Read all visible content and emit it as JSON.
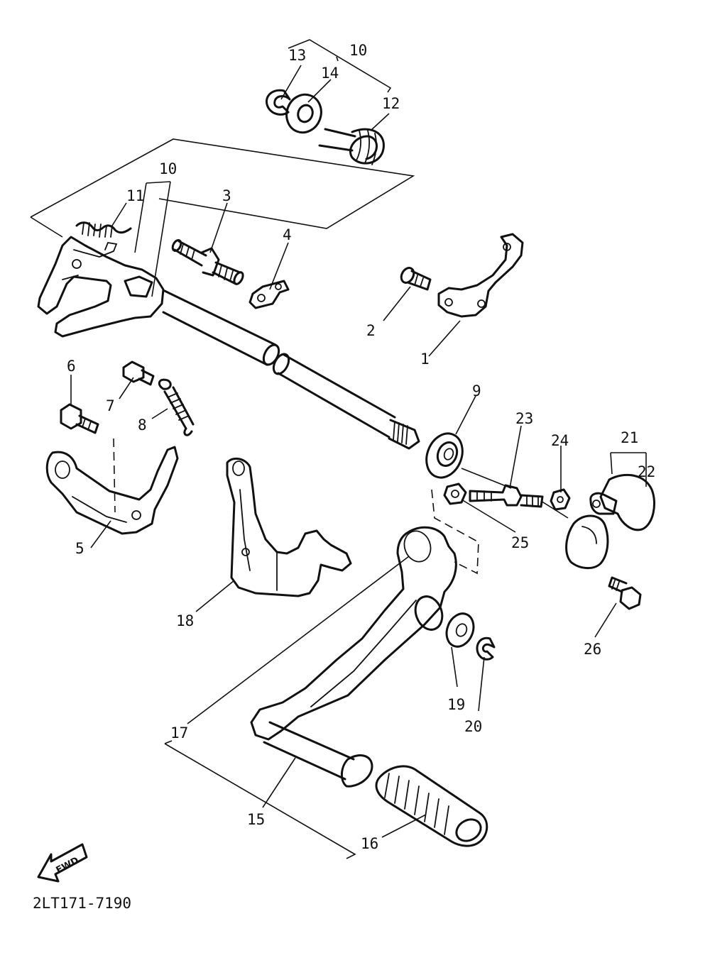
{
  "diagram": {
    "callouts": [
      "1",
      "2",
      "3",
      "4",
      "5",
      "6",
      "7",
      "8",
      "9",
      "10",
      "10",
      "11",
      "12",
      "13",
      "14",
      "15",
      "16",
      "17",
      "18",
      "19",
      "20",
      "21",
      "22",
      "23",
      "24",
      "25",
      "26"
    ],
    "forward_arrow_label": "FWD",
    "drawing_code": "2LT171-7190"
  }
}
